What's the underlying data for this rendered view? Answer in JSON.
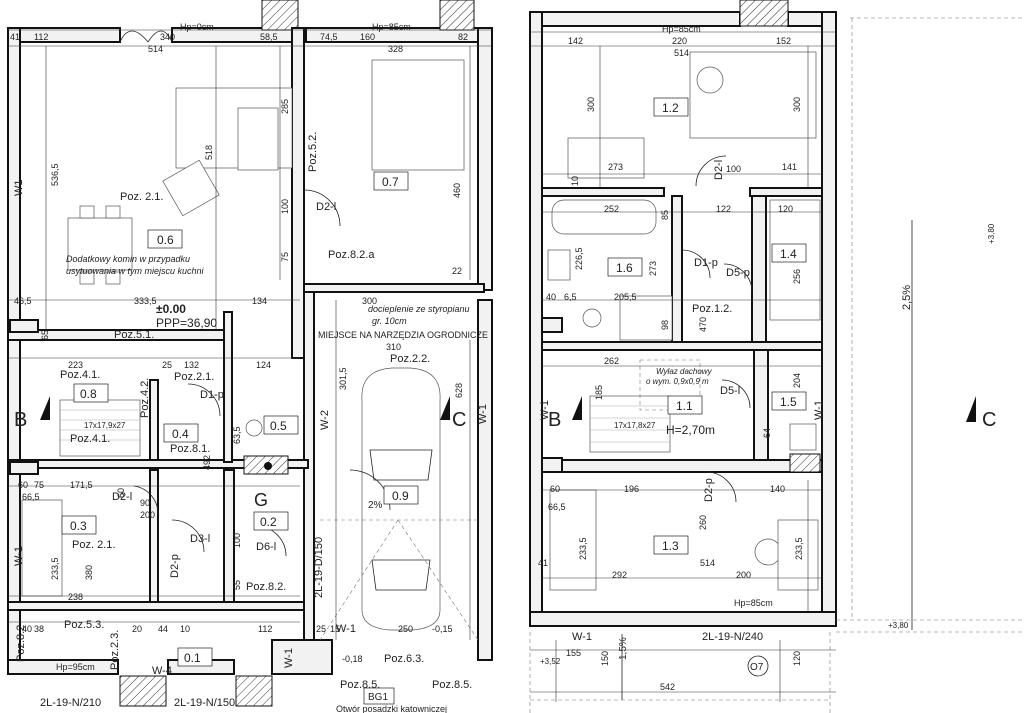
{
  "sheet": {
    "ground_floor": {
      "rooms": [
        {
          "id": "0.6",
          "label": "0.6"
        },
        {
          "id": "0.7",
          "label": "0.7"
        },
        {
          "id": "0.8",
          "label": "0.8"
        },
        {
          "id": "0.4",
          "label": "0.4"
        },
        {
          "id": "0.5",
          "label": "0.5"
        },
        {
          "id": "0.3",
          "label": "0.3"
        },
        {
          "id": "0.2",
          "label": "0.2"
        },
        {
          "id": "0.1",
          "label": "0.1"
        },
        {
          "id": "0.9",
          "label": "0.9"
        }
      ],
      "positions": [
        "Poz. 2.1.",
        "Poz.5.2.",
        "Poz.8.2.a",
        "Poz.5.1.",
        "Poz.4.1.",
        "Poz.2.1.",
        "Poz.4.2.",
        "Poz.4.1.",
        "Poz.8.1.",
        "Poz.2.2.",
        "Poz. 2.1.",
        "Poz.8.2.",
        "Poz.5.3.",
        "Poz.2.3.",
        "Poz.8.2",
        "Poz.6.3.",
        "Poz.8.5.",
        "Poz.8.5."
      ],
      "doors": [
        "D2-l",
        "D1-p",
        "D2-l",
        "D3-l",
        "D2-p",
        "D6-l"
      ],
      "windows": [
        "W1",
        "W-2",
        "W-1",
        "W-1",
        "W-4",
        "W-1",
        "W-1"
      ],
      "hp_top": "Hp=0cm",
      "hp_room07": "Hp=85cm",
      "hp_bottom": "Hp=95cm",
      "level": "±0.00",
      "ppp": "PPP=36,90",
      "chimney_note_1": "Dodatkowy komin w przypadku",
      "chimney_note_2": "usytuowania w tym miejscu kuchni",
      "insulation_note_1": "docieplenie ze styropianu",
      "insulation_note_2": "gr. 10cm",
      "tool_storage": "MIEJSCE NA NARZĘDZIA OGRODNICZE",
      "tool_storage_dim": "310",
      "stairs": "17x17,9x27",
      "marker_g": "G",
      "lintel_1": "2L-19-N/210",
      "lintel_2": "2L-19-N/150",
      "lintel_vertical": "2L-19-D/150",
      "garage_slope": "2%",
      "bg_label": "BG1",
      "bottom_note": "Otwór posadzki katowniczej",
      "level_minus": "-0,18",
      "level_015": "-0,15",
      "dims": {
        "top_41": "41",
        "top_112": "112",
        "top_340": "340",
        "top_58_5": "58,5",
        "top_514": "514",
        "top_74_5": "74,5",
        "top_160": "160",
        "top_82": "82",
        "top_328": "328",
        "v_536_5": "536,5",
        "v_518": "518",
        "v_285": "285",
        "v_460": "460",
        "v_100a": "100",
        "v_75": "75",
        "v_22a": "22",
        "d_46_5": "46,5",
        "d_333_5": "333,5",
        "d_134": "134",
        "d_300": "300",
        "d_223": "223",
        "d_25": "25",
        "d_132": "132",
        "d_124": "124",
        "d_301_5": "301,5",
        "d_628": "628",
        "d_171_5": "171,5",
        "d_66_5": "66,5",
        "d_60": "60",
        "d_75": "75",
        "d_233_5": "233,5",
        "d_380": "380",
        "d_238": "238",
        "d_250": "250",
        "d_40": "40",
        "d_112": "112",
        "d_38": "38",
        "d_20": "20",
        "d_44": "44",
        "d_10": "10",
        "d_492": "492",
        "d_63_5": "63,5",
        "d_90a": "90",
        "d_200a": "200",
        "d_55": "55",
        "d_100b": "100",
        "d_25b": "25",
        "d_15": "15",
        "d_60b": "60",
        "d_65": "65"
      }
    },
    "upper_floor": {
      "rooms": [
        {
          "id": "1.2",
          "label": "1.2"
        },
        {
          "id": "1.6",
          "label": "1.6"
        },
        {
          "id": "1.4",
          "label": "1.4"
        },
        {
          "id": "1.1",
          "label": "1.1"
        },
        {
          "id": "1.5",
          "label": "1.5"
        },
        {
          "id": "1.3",
          "label": "1.3"
        }
      ],
      "positions": [
        "Poz.1.2."
      ],
      "doors": [
        "D2-l",
        "D1-p",
        "D5-p",
        "D5-l",
        "D2-p"
      ],
      "windows": [
        "W-1",
        "W-1",
        "W-1"
      ],
      "hp_top": "Hp=85cm",
      "hp_bottom": "Hp=85cm",
      "height": "H=2,70m",
      "roof_window_1": "Wyłaz dachowy",
      "roof_window_2": "o wym. 0,9x0,9 m",
      "stairs": "17x17,8x27",
      "lintel": "2L-19-N/240",
      "lintel_o7": "O7",
      "section_b": "B",
      "dims": {
        "d_142": "142",
        "d_220": "220",
        "d_152": "152",
        "d_514": "514",
        "d_300a": "300",
        "d_300b": "300",
        "d_273": "273",
        "d_100": "100",
        "d_141": "141",
        "d_252": "252",
        "d_122": "122",
        "d_120": "120",
        "d_226_5": "226,5",
        "d_273b": "273",
        "d_256": "256",
        "d_40": "40",
        "d_6_5": "6,5",
        "d_205_5": "205,5",
        "d_470": "470",
        "d_262": "262",
        "d_185": "185",
        "d_204": "204",
        "d_196": "196",
        "d_140": "140",
        "d_60": "60",
        "d_66_5": "66,5",
        "d_233_5": "233,5",
        "d_260": "260",
        "d_292": "292",
        "d_200": "200",
        "d_41": "41",
        "d_155": "155",
        "d_542": "542",
        "d_150": "150",
        "d_120b": "120",
        "d_85": "85",
        "d_10": "10",
        "d_98": "98",
        "d_64": "64"
      }
    },
    "roof": {
      "slope_1": "2,5%",
      "slope_2": "1,5%",
      "level_380a": "+3,80",
      "level_380b": "+3,80",
      "level_352": "+3,52"
    },
    "sections": {
      "b": "B",
      "c": "C"
    }
  }
}
